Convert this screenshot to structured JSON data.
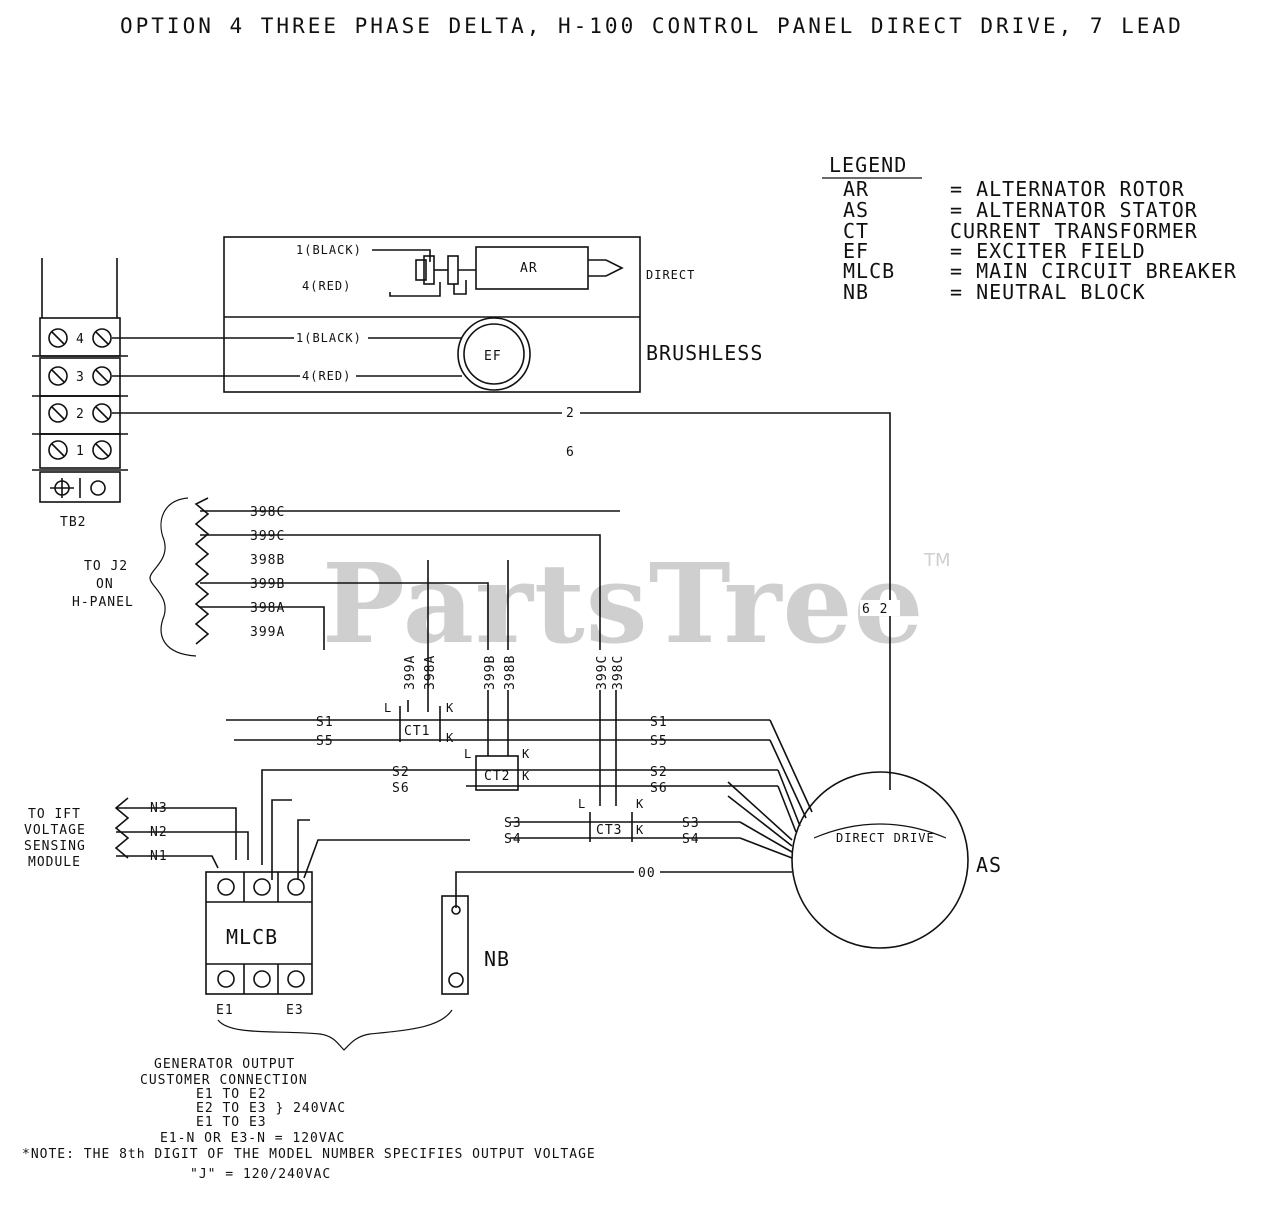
{
  "title": "OPTION 4    THREE PHASE DELTA, H-100 CONTROL PANEL DIRECT DRIVE, 7 LEAD",
  "watermark": {
    "text": "PartsTree",
    "tm": "TM"
  },
  "legend": {
    "heading": "LEGEND",
    "entries": [
      {
        "abbr": "AR",
        "desc": "= ALTERNATOR ROTOR"
      },
      {
        "abbr": "AS",
        "desc": "= ALTERNATOR STATOR"
      },
      {
        "abbr": "CT",
        "desc": "  CURRENT TRANSFORMER"
      },
      {
        "abbr": "EF",
        "desc": "= EXCITER FIELD"
      },
      {
        "abbr": "MLCB",
        "desc": "= MAIN CIRCUIT BREAKER"
      },
      {
        "abbr": "NB",
        "desc": "= NEUTRAL BLOCK"
      }
    ]
  },
  "tb2": {
    "label": "TB2",
    "terminals": [
      "4",
      "3",
      "2",
      "1"
    ]
  },
  "panel": {
    "direct_label": "DIRECT",
    "brushless_label": "BRUSHLESS",
    "ar_label": "AR",
    "ef_label": "EF",
    "wires": [
      "1(BLACK)",
      "4(RED)",
      "1(BLACK)",
      "4(RED)"
    ]
  },
  "wires": {
    "w2": "2",
    "w6": "6",
    "w62": "6  2",
    "w0": "00"
  },
  "j2": {
    "labels": [
      "398C",
      "399C",
      "398B",
      "399B",
      "398A",
      "399A"
    ],
    "note": [
      "TO J2",
      "ON",
      "H-PANEL"
    ]
  },
  "ct_leads": [
    "399A",
    "398A",
    "399B",
    "398B",
    "399C",
    "398C"
  ],
  "ct": {
    "ct1": "CT1",
    "ct2": "CT2",
    "ct3": "CT3",
    "l": "L",
    "k": "K",
    "s_left": [
      "S1",
      "S5",
      "S2",
      "S6",
      "S3",
      "S4"
    ],
    "s_right": [
      "S1",
      "S5",
      "S2",
      "S6",
      "S3",
      "S4"
    ]
  },
  "voltage_sensing": {
    "note": [
      "TO IFT",
      "VOLTAGE",
      "SENSING",
      "MODULE"
    ],
    "leads": [
      "N3",
      "N2",
      "N1"
    ]
  },
  "mlcb": {
    "label": "MLCB",
    "e1": "E1",
    "e3": "E3"
  },
  "nb": {
    "label": "NB"
  },
  "stator": {
    "label": "AS",
    "inner": "DIRECT DRIVE"
  },
  "output": {
    "lines": [
      "GENERATOR OUTPUT",
      "CUSTOMER CONNECTION",
      "E1 TO E2",
      "E2 TO E3 } 240VAC",
      "E1 TO E3",
      "E1-N OR E3-N = 120VAC"
    ],
    "note": "*NOTE: THE 8th DIGIT OF THE MODEL NUMBER SPECIFIES OUTPUT VOLTAGE",
    "note2": "\"J\" = 120/240VAC"
  }
}
